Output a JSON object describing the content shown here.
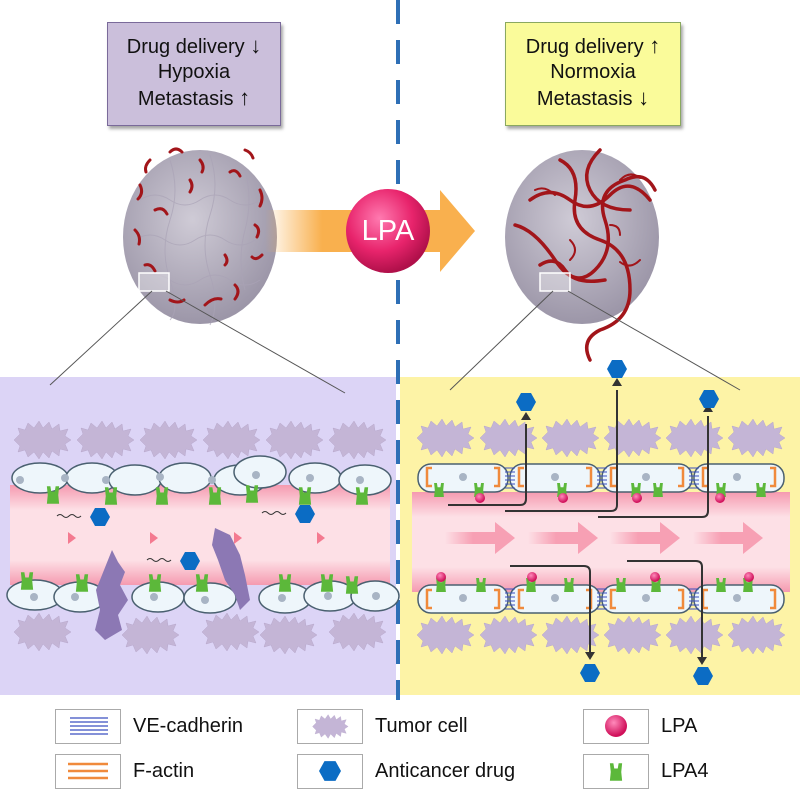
{
  "left_box": {
    "lines": [
      "Drug delivery",
      "Hypoxia",
      "Metastasis"
    ],
    "arrows": [
      "down",
      "",
      "up"
    ],
    "arrow_glyphs": [
      "↓",
      "",
      "↑"
    ],
    "color": "#cbbfdb"
  },
  "right_box": {
    "lines": [
      "Drug delivery",
      "Normoxia",
      "Metastasis"
    ],
    "arrows": [
      "up",
      "",
      "down"
    ],
    "arrow_glyphs": [
      "↑",
      "",
      "↓"
    ],
    "color": "#fafb9a"
  },
  "center": {
    "label": "LPA",
    "arrow_color": "#f9b04e",
    "sphere_color": "#e8246c"
  },
  "divider_color": "#2e6fb6",
  "panels": {
    "left": {
      "state": "untreated tumor vessel",
      "color": "#dcd4f6"
    },
    "right": {
      "state": "LPA-treated normalized vessel",
      "color": "#fdf3a6"
    }
  },
  "legend": [
    {
      "icon": "ve-cadherin-icon",
      "label": "VE-cadherin"
    },
    {
      "icon": "tumor-cell-icon",
      "label": "Tumor cell"
    },
    {
      "icon": "lpa-icon",
      "label": "LPA"
    },
    {
      "icon": "f-actin-icon",
      "label": "F-actin"
    },
    {
      "icon": "anticancer-drug-icon",
      "label": "Anticancer drug"
    },
    {
      "icon": "lpa4-icon",
      "label": "LPA4"
    }
  ]
}
